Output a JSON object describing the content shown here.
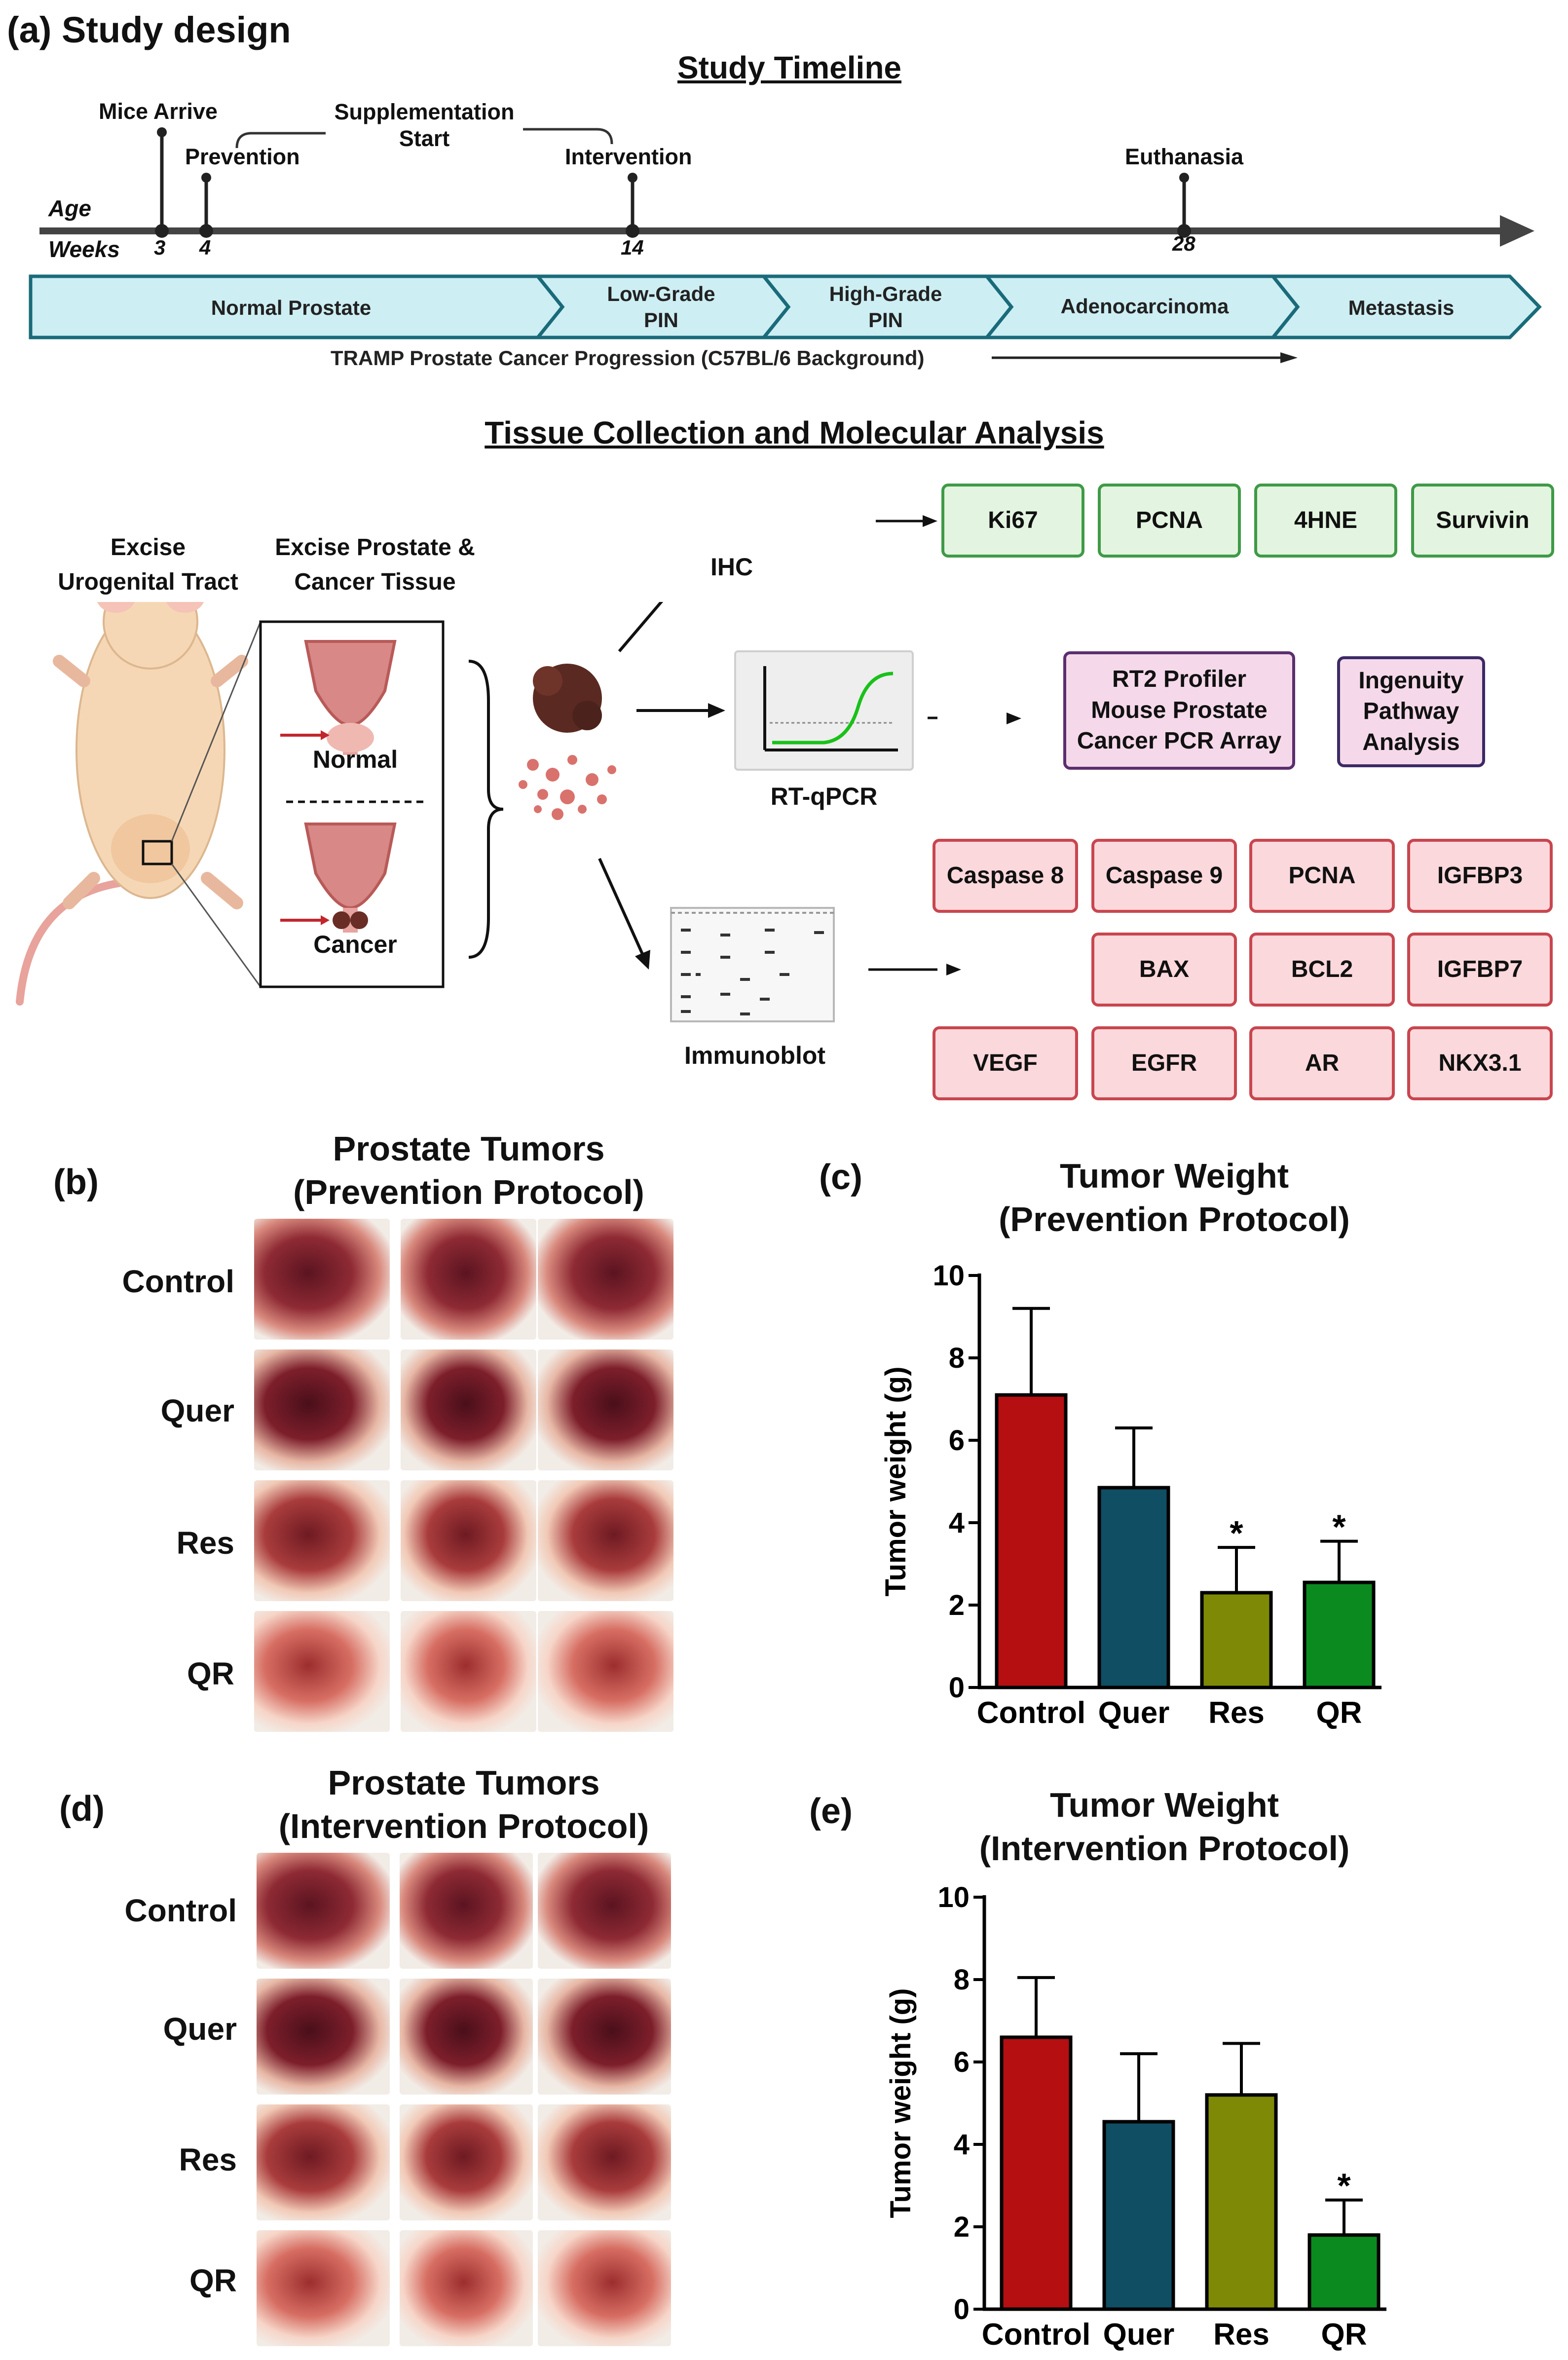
{
  "panel_a": {
    "letter": "(a)",
    "heading": "Study design",
    "timeline_title": "Study Timeline",
    "events": {
      "mice_arrive": "Mice Arrive",
      "supplementation": "Supplementation\nStart",
      "prevention": "Prevention",
      "intervention": "Intervention",
      "euthanasia": "Euthanasia"
    },
    "age_label": "Age",
    "weeks_label": "Weeks",
    "week_ticks": [
      "3",
      "4",
      "14",
      "28"
    ],
    "stages": [
      "Normal Prostate",
      "Low-Grade\nPIN",
      "High-Grade\nPIN",
      "Adenocarcinoma",
      "Metastasis"
    ],
    "progression_caption": "TRAMP Prostate Cancer Progression (C57BL/6 Background)",
    "tissue_title": "Tissue Collection and Molecular Analysis",
    "excise_tract": "Excise\nUrogenital Tract",
    "excise_prostate": "Excise Prostate &\nCancer Tissue",
    "normal_label": "Normal",
    "cancer_label": "Cancer",
    "ihc_label": "IHC",
    "rtqpcr_label": "RT-qPCR",
    "immunoblot_label": "Immunoblot",
    "ihc_markers": [
      "Ki67",
      "PCNA",
      "4HNE",
      "Survivin"
    ],
    "pcr_boxes": [
      "RT2 Profiler\nMouse Prostate\nCancer PCR Array",
      "Ingenuity\nPathway\nAnalysis"
    ],
    "blot_row1": [
      "Caspase 8",
      "Caspase 9",
      "PCNA",
      "IGFBP3"
    ],
    "blot_row2": [
      "BAX",
      "BCL2",
      "IGFBP7"
    ],
    "blot_row3": [
      "VEGF",
      "EGFR",
      "AR",
      "NKX3.1"
    ],
    "colors": {
      "green_fill": "#e3f5e0",
      "pink_fill": "#fbd8dc",
      "stage_fill": "#cdeef3"
    }
  },
  "panel_b": {
    "letter": "(b)",
    "title": "Prostate Tumors\n(Prevention Protocol)",
    "rows": [
      "Control",
      "Quer",
      "Res",
      "QR"
    ]
  },
  "panel_d": {
    "letter": "(d)",
    "title": "Prostate Tumors\n(Intervention Protocol)",
    "rows": [
      "Control",
      "Quer",
      "Res",
      "QR"
    ]
  },
  "chart_data": [
    {
      "letter": "(c)",
      "type": "bar",
      "title": "Tumor Weight\n(Prevention Protocol)",
      "ylabel": "Tumor weight (g)",
      "xlabel": "",
      "ylim": [
        0,
        10
      ],
      "yticks": [
        "0",
        "2",
        "4",
        "6",
        "8",
        "10"
      ],
      "categories": [
        "Control",
        "Quer",
        "Res",
        "QR"
      ],
      "values": [
        7.1,
        4.85,
        2.3,
        2.55
      ],
      "errors": [
        2.1,
        1.45,
        1.1,
        1.0
      ],
      "significance": [
        "",
        "",
        "*",
        "*"
      ],
      "colors": [
        "#b50f12",
        "#0f4e63",
        "#7e8a06",
        "#0b8a1f"
      ]
    },
    {
      "letter": "(e)",
      "type": "bar",
      "title": "Tumor Weight\n(Intervention Protocol)",
      "ylabel": "Tumor weight (g)",
      "xlabel": "",
      "ylim": [
        0,
        10
      ],
      "yticks": [
        "0",
        "2",
        "4",
        "6",
        "8",
        "10"
      ],
      "categories": [
        "Control",
        "Quer",
        "Res",
        "QR"
      ],
      "values": [
        6.6,
        4.55,
        5.2,
        1.8
      ],
      "errors": [
        1.45,
        1.65,
        1.25,
        0.85
      ],
      "significance": [
        "",
        "",
        "",
        "*"
      ],
      "colors": [
        "#b50f12",
        "#0f4e63",
        "#7e8a06",
        "#0b8a1f"
      ]
    }
  ]
}
